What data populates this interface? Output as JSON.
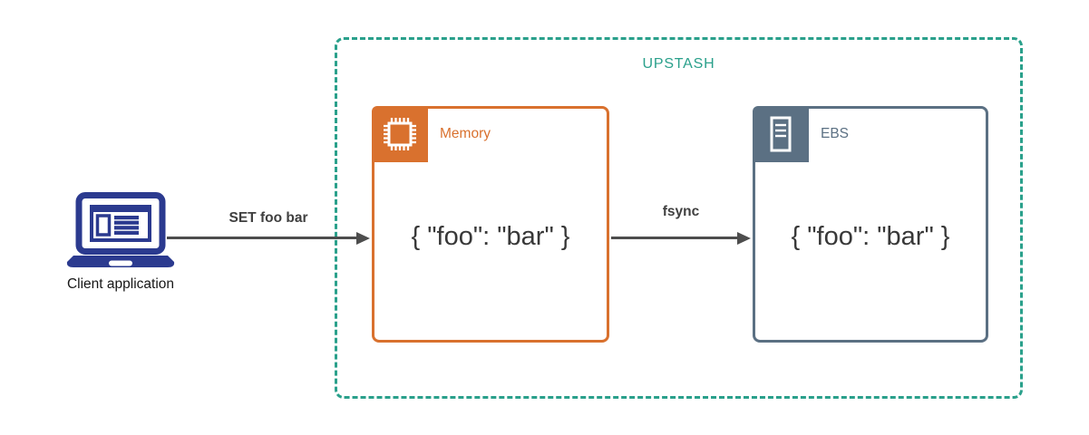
{
  "colors": {
    "teal": "#2AA08B",
    "orange": "#D9712E",
    "slate": "#5B7083",
    "navy": "#2B3A8F",
    "arrow": "#4D4D4D",
    "ink": "#383838"
  },
  "container": {
    "label": "UPSTASH"
  },
  "client": {
    "label": "Client application",
    "icon": "laptop-icon"
  },
  "arrows": [
    {
      "label": "SET foo bar"
    },
    {
      "label": "fsync"
    }
  ],
  "nodes": {
    "memory": {
      "title": "Memory",
      "value": "{ \"foo\": \"bar\" }",
      "icon": "chip-icon"
    },
    "ebs": {
      "title": "EBS",
      "value": "{ \"foo\": \"bar\" }",
      "icon": "server-icon"
    }
  }
}
